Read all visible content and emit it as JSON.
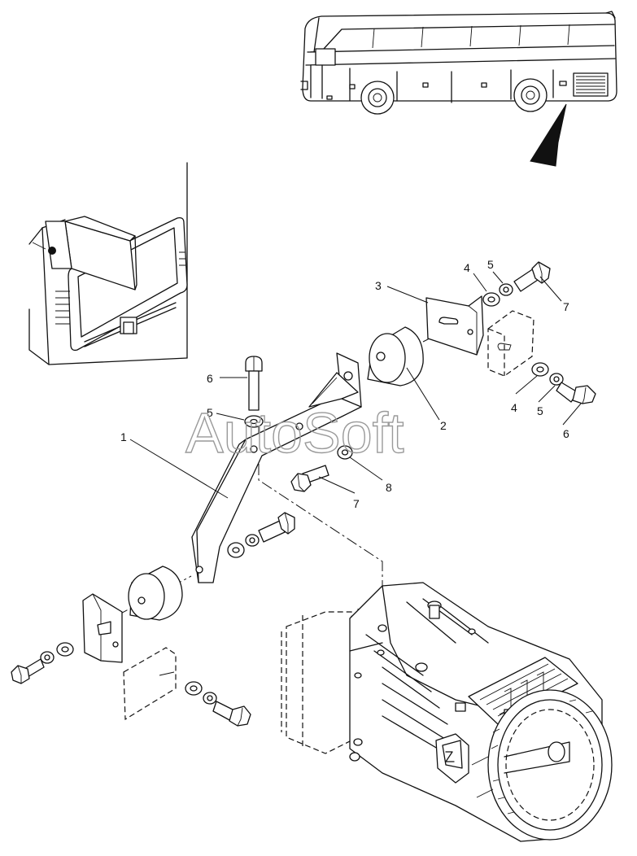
{
  "watermark": "AutoSoft",
  "callouts": {
    "c1": "1",
    "c2": "2",
    "c3": "3",
    "c4a": "4",
    "c4b": "4",
    "c5a": "5",
    "c5b": "5",
    "c5c": "5",
    "c6a": "6",
    "c6b": "6",
    "c7a": "7",
    "c7b": "7",
    "c8": "8"
  }
}
